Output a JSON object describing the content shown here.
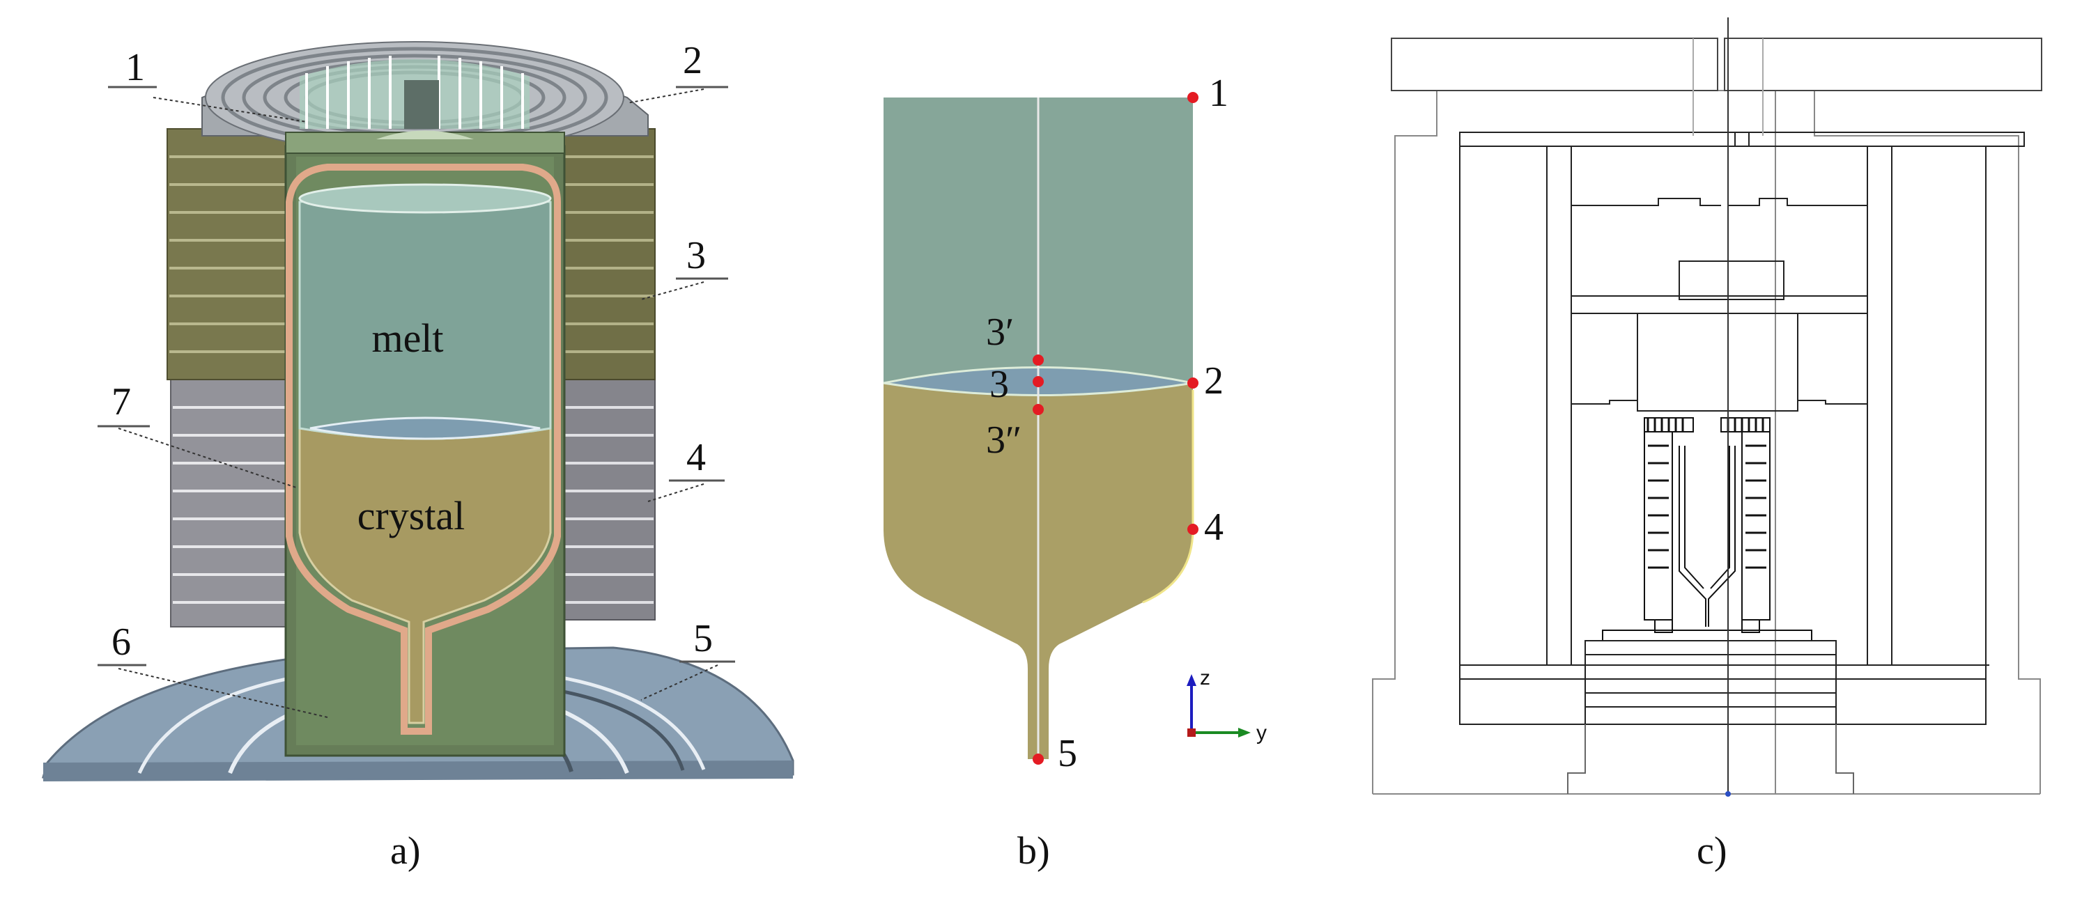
{
  "figure": {
    "panel_a": {
      "caption": "a)",
      "region_labels": {
        "melt": "melt",
        "crystal": "crystal"
      },
      "callouts": [
        "1",
        "2",
        "3",
        "4",
        "5",
        "6",
        "7"
      ],
      "colors": {
        "melt": "#7fa398",
        "crystal": "#a79a62",
        "heater": "#79784e",
        "insulation": "#8f8f95",
        "base": "#8497aa",
        "holder": "#667d58"
      }
    },
    "panel_b": {
      "caption": "b)",
      "points": [
        "1",
        "2",
        "3",
        "3′",
        "3″",
        "4",
        "5"
      ],
      "axes": {
        "z": "z",
        "y": "y"
      },
      "colors": {
        "melt": "#86a699",
        "crystal": "#aa9f66",
        "interface": "#7e9db0",
        "point": "#e41b23"
      }
    },
    "panel_c": {
      "caption": "c)"
    }
  }
}
